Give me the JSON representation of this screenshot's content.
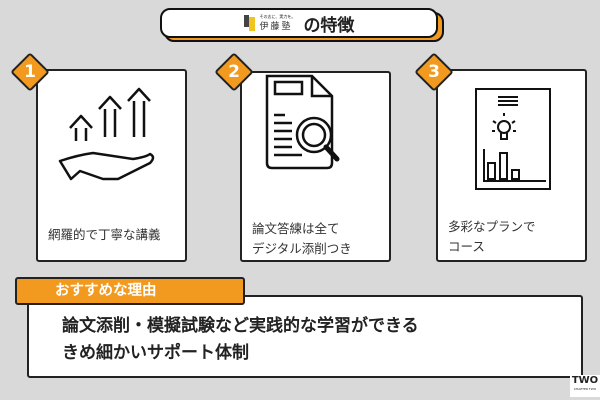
{
  "header": {
    "logo_tagline": "その志に、実力を。",
    "logo_name": "伊藤塾",
    "title": "の特徴"
  },
  "features": [
    {
      "number": "1",
      "label": "網羅的で丁寧な講義",
      "icon": "hand-growth-arrows-icon"
    },
    {
      "number": "2",
      "label": "論文答練は全て\nデジタル添削つき",
      "icon": "document-magnifier-icon"
    },
    {
      "number": "3",
      "label": "多彩なプランで\nコース",
      "icon": "report-lightbulb-chart-icon"
    }
  ],
  "reason": {
    "label": "おすすめな理由",
    "text": "論文添削・模擬試験など実践的な学習ができる\nきめ細かいサポート体制"
  },
  "brand": {
    "name": "TWO",
    "sub": "CHAPTER TWO"
  },
  "colors": {
    "accent": "#f29a1f",
    "background": "#d9d9d9"
  }
}
